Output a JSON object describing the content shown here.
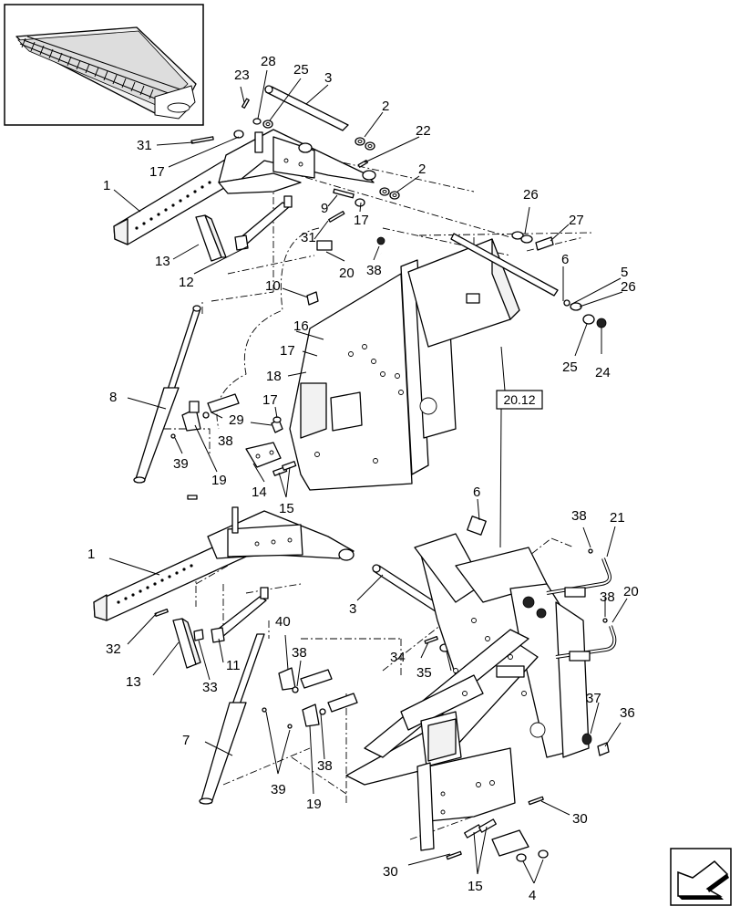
{
  "inset": {
    "description_icon": "header-assembly-thumbnail"
  },
  "reference_box": {
    "label": "20.12"
  },
  "callouts": [
    {
      "id": "c23",
      "text": "23"
    },
    {
      "id": "c28",
      "text": "28"
    },
    {
      "id": "c25a",
      "text": "25"
    },
    {
      "id": "c3a",
      "text": "3"
    },
    {
      "id": "c2a",
      "text": "2"
    },
    {
      "id": "c22",
      "text": "22"
    },
    {
      "id": "c2b",
      "text": "2"
    },
    {
      "id": "c31a",
      "text": "31"
    },
    {
      "id": "c17a",
      "text": "17"
    },
    {
      "id": "c1a",
      "text": "1"
    },
    {
      "id": "c9",
      "text": "9"
    },
    {
      "id": "c17b",
      "text": "17"
    },
    {
      "id": "c31b",
      "text": "31"
    },
    {
      "id": "c20a",
      "text": "20"
    },
    {
      "id": "c38a",
      "text": "38"
    },
    {
      "id": "c13a",
      "text": "13"
    },
    {
      "id": "c12",
      "text": "12"
    },
    {
      "id": "c26a",
      "text": "26"
    },
    {
      "id": "c27",
      "text": "27"
    },
    {
      "id": "c6a",
      "text": "6"
    },
    {
      "id": "c5",
      "text": "5"
    },
    {
      "id": "c26b",
      "text": "26"
    },
    {
      "id": "c25b",
      "text": "25"
    },
    {
      "id": "c24",
      "text": "24"
    },
    {
      "id": "c10",
      "text": "10"
    },
    {
      "id": "c16",
      "text": "16"
    },
    {
      "id": "c17c",
      "text": "17"
    },
    {
      "id": "c18",
      "text": "18"
    },
    {
      "id": "c8",
      "text": "8"
    },
    {
      "id": "c17d",
      "text": "17"
    },
    {
      "id": "c29",
      "text": "29"
    },
    {
      "id": "c38b",
      "text": "38"
    },
    {
      "id": "c39a",
      "text": "39"
    },
    {
      "id": "c19a",
      "text": "19"
    },
    {
      "id": "c14",
      "text": "14"
    },
    {
      "id": "c15a",
      "text": "15"
    },
    {
      "id": "c6b",
      "text": "6"
    },
    {
      "id": "c38c",
      "text": "38"
    },
    {
      "id": "c21",
      "text": "21"
    },
    {
      "id": "c1b",
      "text": "1"
    },
    {
      "id": "c3b",
      "text": "3"
    },
    {
      "id": "c38d",
      "text": "38"
    },
    {
      "id": "c20b",
      "text": "20"
    },
    {
      "id": "c32",
      "text": "32"
    },
    {
      "id": "c40",
      "text": "40"
    },
    {
      "id": "c13b",
      "text": "13"
    },
    {
      "id": "c11",
      "text": "11"
    },
    {
      "id": "c33",
      "text": "33"
    },
    {
      "id": "c38e",
      "text": "38"
    },
    {
      "id": "c34",
      "text": "34"
    },
    {
      "id": "c35",
      "text": "35"
    },
    {
      "id": "c37",
      "text": "37"
    },
    {
      "id": "c36",
      "text": "36"
    },
    {
      "id": "c7",
      "text": "7"
    },
    {
      "id": "c39b",
      "text": "39"
    },
    {
      "id": "c19b",
      "text": "19"
    },
    {
      "id": "c38f",
      "text": "38"
    },
    {
      "id": "c30a",
      "text": "30"
    },
    {
      "id": "c30b",
      "text": "30"
    },
    {
      "id": "c15b",
      "text": "15"
    },
    {
      "id": "c4",
      "text": "4"
    }
  ],
  "nav": {
    "icon": "next-page-arrow-icon"
  }
}
